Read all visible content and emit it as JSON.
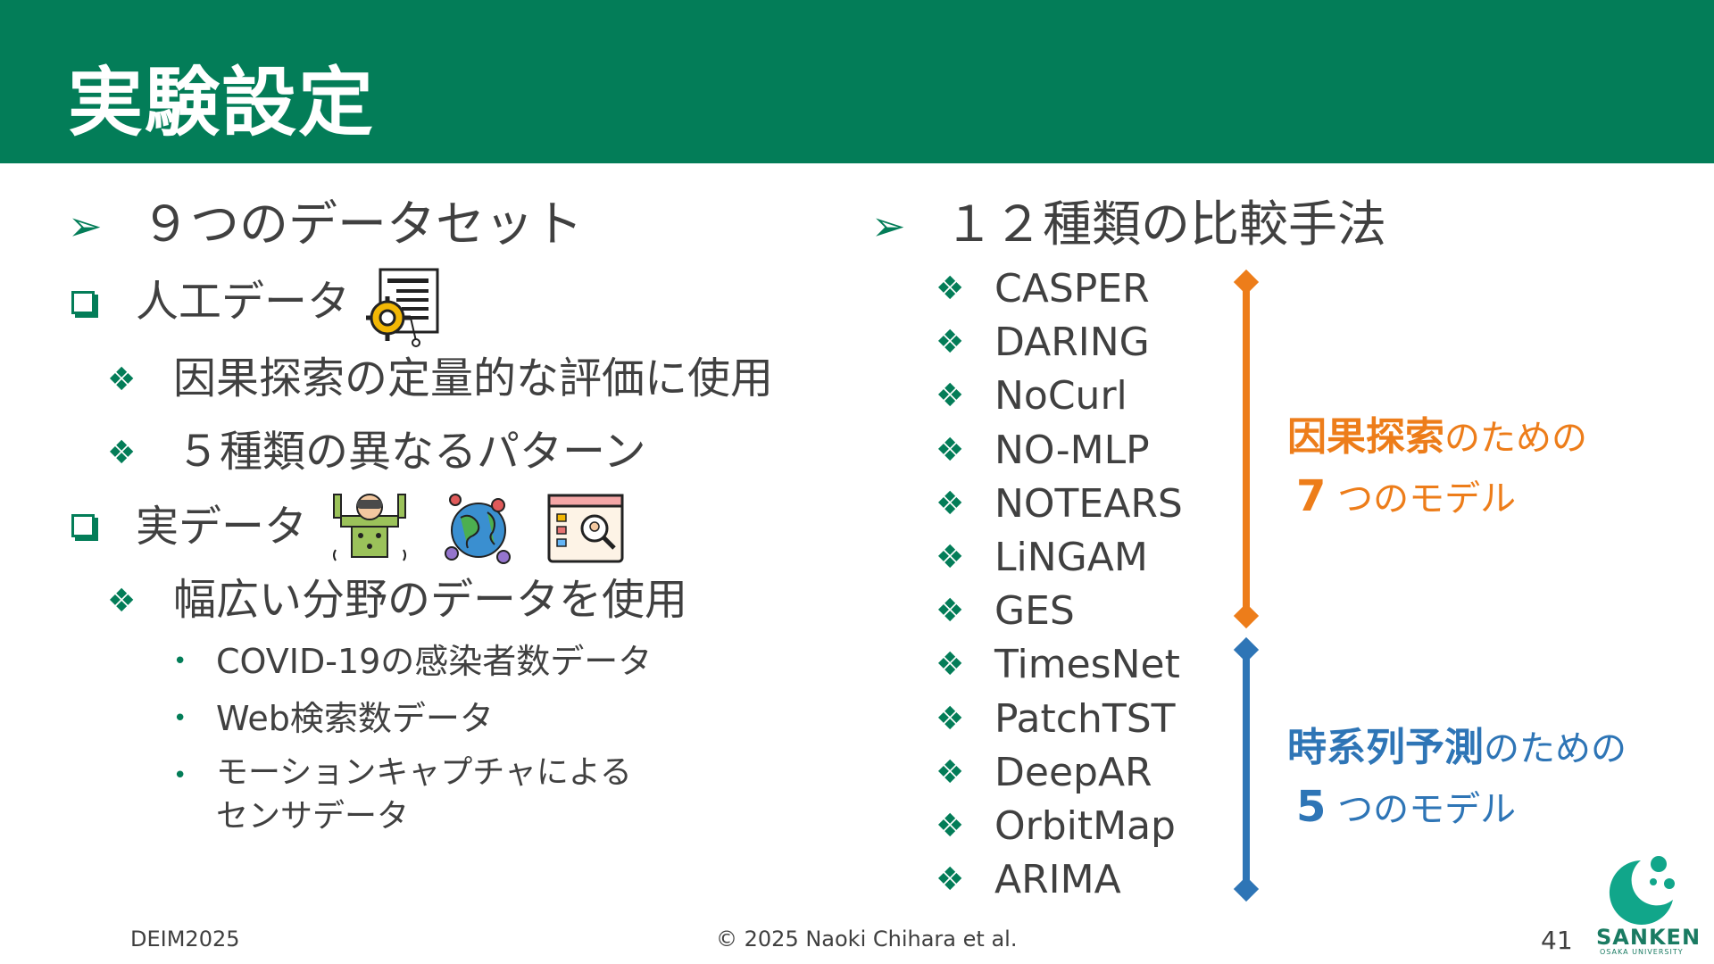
{
  "slide": {
    "title": "実験設定",
    "left": {
      "heading": "９つのデータセット",
      "artificial": {
        "label": "人工データ",
        "icon": "document-gear-icon",
        "items": [
          "因果探索の定量的な評価に使用",
          "５種類の異なるパターン"
        ]
      },
      "real": {
        "label": "実データ",
        "icons": [
          "motion-capture-person-icon",
          "virus-globe-icon",
          "web-search-icon"
        ],
        "items": [
          "幅広い分野のデータを使用"
        ],
        "subitems": [
          "COVID-19の感染者数データ",
          "Web検索数データ",
          "モーションキャプチャによる\nセンサデータ"
        ]
      }
    },
    "right": {
      "heading": "１２種類の比較手法",
      "methods": [
        "CASPER",
        "DARING",
        "NoCurl",
        "NO-MLP",
        "NOTEARS",
        "LiNGAM",
        "GES",
        "TimesNet",
        "PatchTST",
        "DeepAR",
        "OrbitMap",
        "ARIMA"
      ],
      "causal_group": {
        "highlight": "因果探索",
        "suffix": "のための",
        "count": "7",
        "line2": "つのモデル",
        "color": "#ed7d1a"
      },
      "ts_group": {
        "highlight": "時系列予測",
        "suffix": "のための",
        "count": "5",
        "line2": "つのモデル",
        "color": "#2e75b6"
      }
    },
    "footer": {
      "left": "DEIM2025",
      "center": "© 2025 Naoki Chihara et al.",
      "page": "41",
      "logo_text": "SANKEN",
      "logo_subtext": "OSAKA UNIVERSITY"
    },
    "colors": {
      "header": "#037d58",
      "bullet": "#037d58",
      "text": "#404040"
    }
  }
}
